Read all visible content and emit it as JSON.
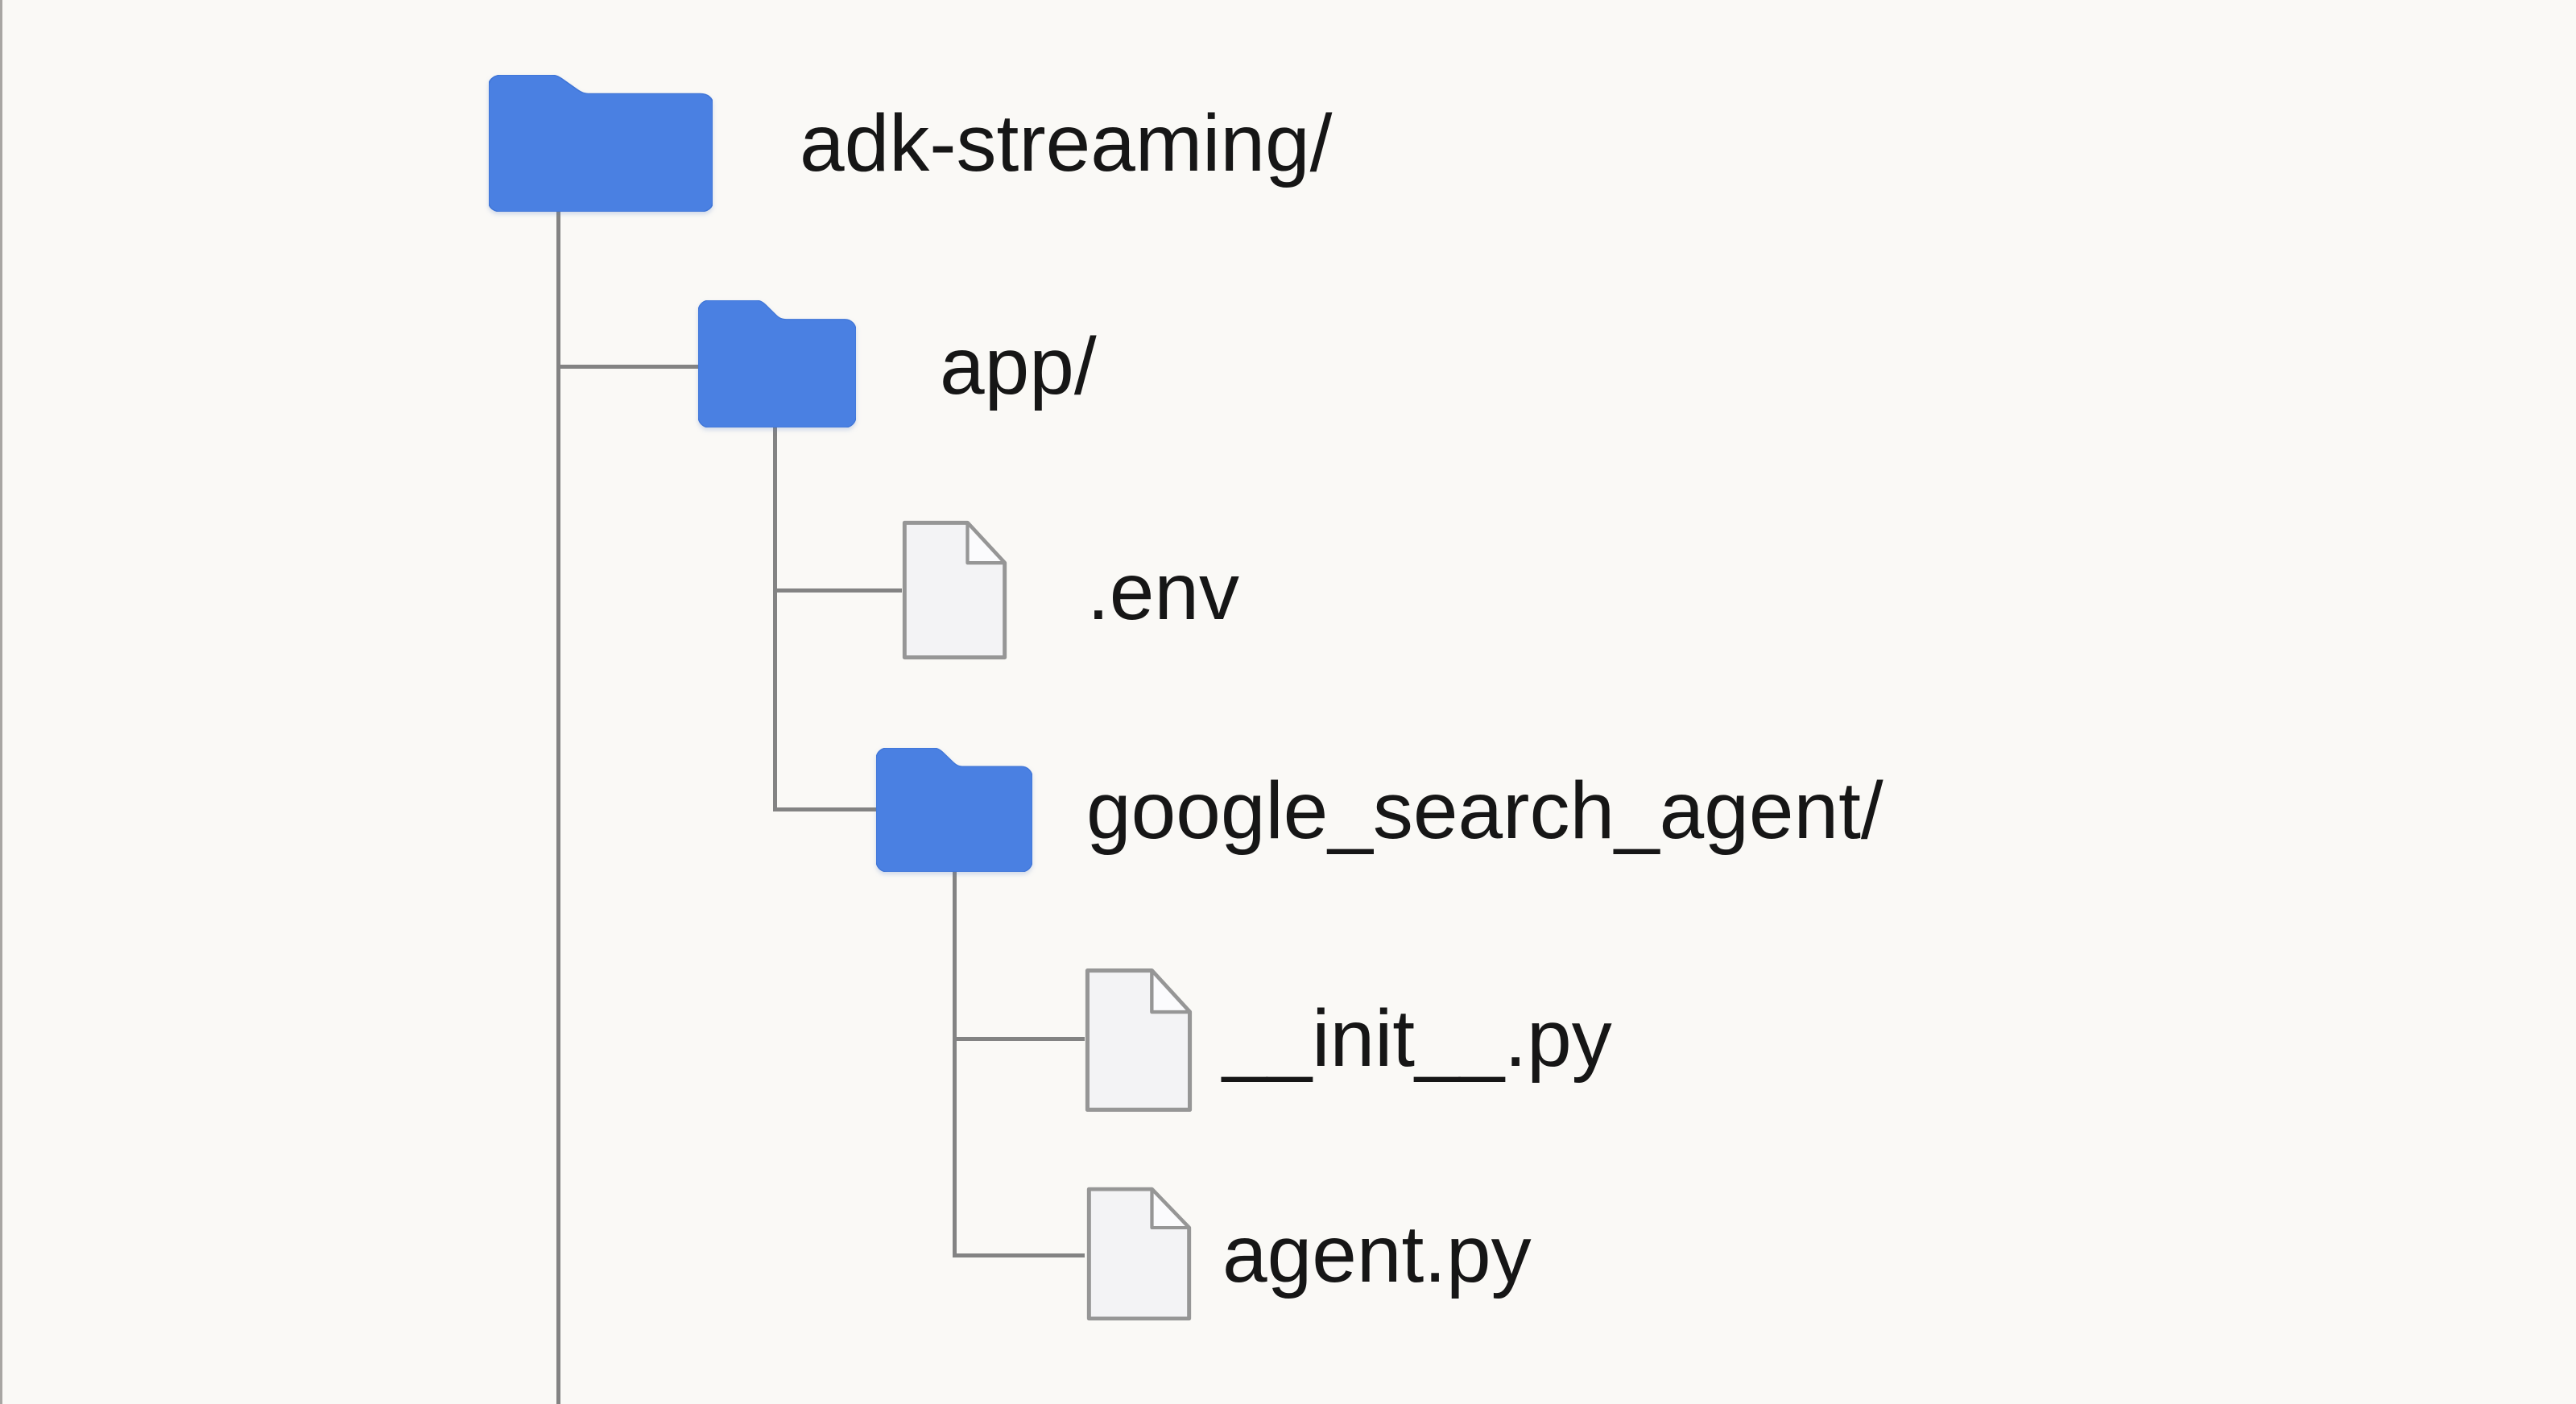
{
  "colors": {
    "background": "#faf9f6",
    "left_border": "#a8a6a3",
    "line": "#838383",
    "folder": "#4a80e2",
    "folder_edge": "#3e74d6",
    "file_fill": "#f3f3f5",
    "file_fold": "#fbfbfd",
    "file_stroke": "#969696",
    "text": "#161616"
  },
  "nodes": [
    {
      "id": "adk-streaming",
      "label": "adk-streaming/",
      "type": "folder",
      "icon": "folder-icon",
      "depth": 0
    },
    {
      "id": "app",
      "label": "app/",
      "type": "folder",
      "icon": "folder-icon",
      "depth": 1
    },
    {
      "id": "env",
      "label": ".env",
      "type": "file",
      "icon": "file-icon",
      "depth": 2
    },
    {
      "id": "google_search_agent",
      "label": "google_search_agent/",
      "type": "folder",
      "icon": "folder-icon",
      "depth": 2
    },
    {
      "id": "init_py",
      "label": "__init__.py",
      "type": "file",
      "icon": "file-icon",
      "depth": 3
    },
    {
      "id": "agent_py",
      "label": "agent.py",
      "type": "file",
      "icon": "file-icon",
      "depth": 3
    }
  ]
}
